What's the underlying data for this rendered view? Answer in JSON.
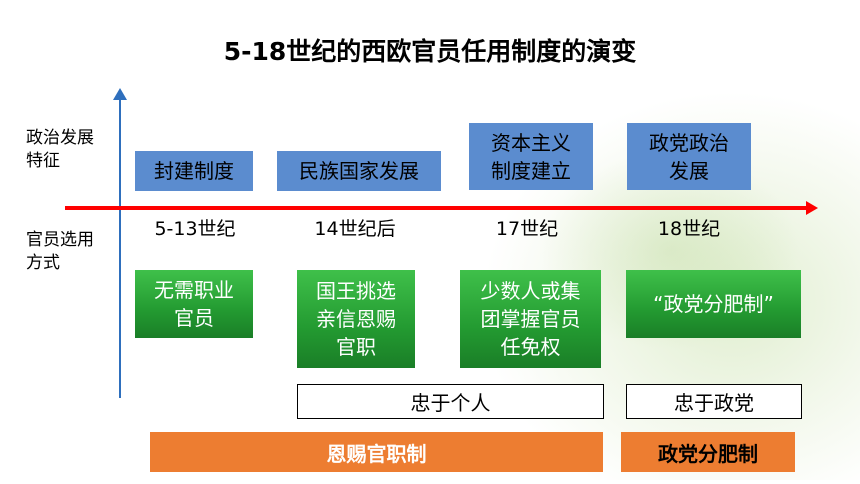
{
  "title": "5-18世纪的西欧官员任用制度的演变",
  "row_labels": {
    "political": "政治发展\n特征",
    "selection": "官员选用\n方式"
  },
  "political_stages": [
    "封建制度",
    "民族国家发展",
    "资本主义\n制度建立",
    "政党政治\n发展"
  ],
  "periods": [
    "5-13世纪",
    "14世纪后",
    "17世纪",
    "18世纪"
  ],
  "selection_methods": [
    "无需职业\n官员",
    "国王挑选\n亲信恩赐\n官职",
    "少数人或集\n团掌握官员\n任免权",
    "“政党分肥制”"
  ],
  "loyalty": [
    "忠于个人",
    "忠于政党"
  ],
  "systems": [
    "恩赐官职制",
    "政党分肥制"
  ],
  "colors": {
    "timeline": "#ff0000",
    "vertical_axis": "#2e6fbd",
    "stage_box": "#5b8ccf",
    "method_box": "#239a31",
    "system_bar": "#ed7d31"
  }
}
